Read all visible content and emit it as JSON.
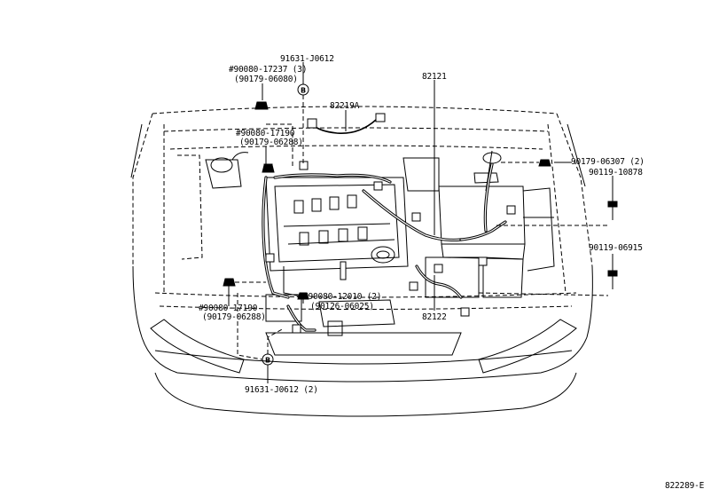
{
  "callouts": {
    "c1": "91631-J0612",
    "c2a": "#90080-17237 (3)",
    "c2b": "(90179-06080)",
    "c3": "82219A",
    "c4": "82121",
    "c5a": "#90080-17190",
    "c5b": "(90179-06288)",
    "c6": "90179-06307 (2)",
    "c7": "90119-10878",
    "c8": "90119-06915",
    "c9a": "#90080-17190",
    "c9b": "(90179-06288)",
    "c10a": "#90080-12010 (2)",
    "c10b": "(90126-06025)",
    "c11": "82122",
    "c12": "91631-J0612 (2)",
    "marker_b": "B"
  },
  "figure_id": "822289-E"
}
